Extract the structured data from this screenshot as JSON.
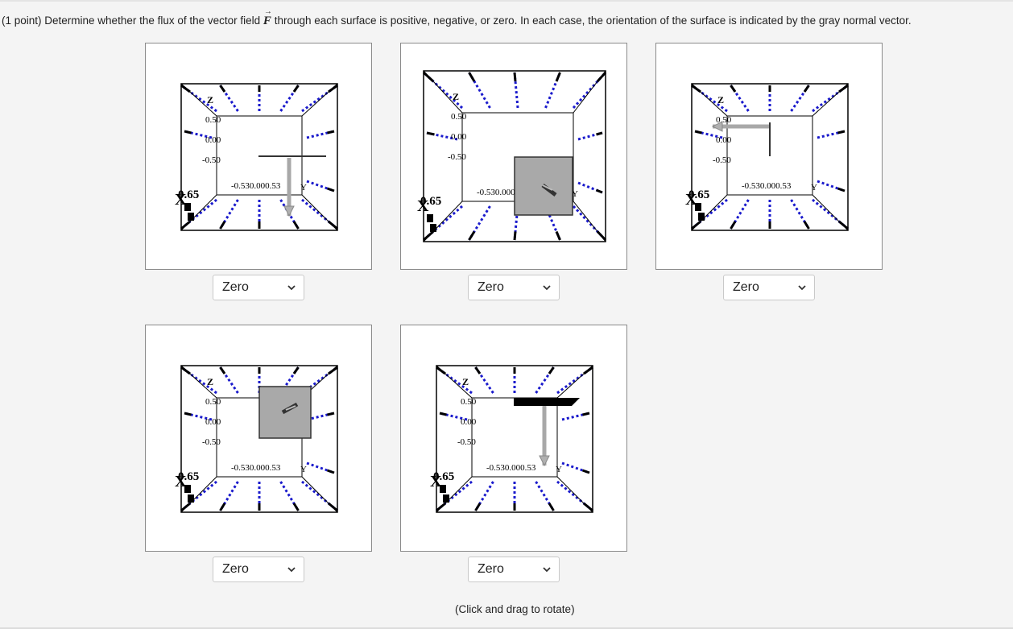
{
  "question": {
    "prefix": "(1 point) Determine whether the flux of the vector field ",
    "field_symbol": "F",
    "suffix": " through each surface is positive, negative, or zero. In each case, the orientation of the surface is indicated by the gray normal vector."
  },
  "tick_labels": {
    "z_axis": "Z",
    "y_axis": "Y",
    "x_axis": "X",
    "t1": "0.50",
    "t2": "0.00",
    "t3": "-0.50",
    "xval": "0.65",
    "ytick": "-0.530.000.53"
  },
  "panels": [
    {
      "id": 1,
      "surface": "horizontal plane",
      "normal": "down",
      "answer": "Zero"
    },
    {
      "id": 2,
      "surface": "square facing viewer",
      "normal": "toward viewer",
      "answer": "Zero"
    },
    {
      "id": 3,
      "surface": "vertical plane",
      "normal": "left",
      "answer": "Zero"
    },
    {
      "id": 4,
      "surface": "square facing viewer",
      "normal": "toward viewer",
      "answer": "Zero"
    },
    {
      "id": 5,
      "surface": "top plane",
      "normal": "down",
      "answer": "Zero"
    }
  ],
  "footer": "(Click and drag to rotate)"
}
